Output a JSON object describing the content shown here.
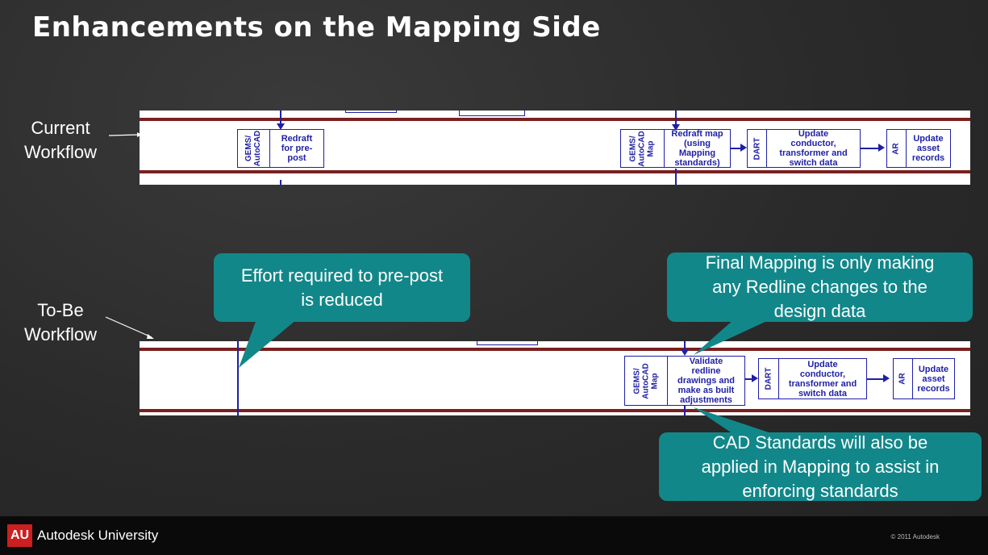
{
  "slide": {
    "title": "Enhancements on the Mapping Side",
    "current_label": "Current\nWorkflow",
    "tobe_label": "To-Be\nWorkflow"
  },
  "current_flow": {
    "gems_a": "GEMS/\nAutoCAD",
    "redraft_prepost": "Redraft\nfor pre-\npost",
    "gems_b": "GEMS/\nAutoCAD\nMap",
    "redraft_map": "Redraft map\n(using\nMapping\nstandards)",
    "dart": "DART",
    "update_cts": "Update\nconductor,\ntransformer and\nswitch data",
    "ar": "AR",
    "update_asset": "Update\nasset\nrecords"
  },
  "tobe_flow": {
    "gems": "GEMS/\nAutoCAD\nMap",
    "validate": "Validate\nredline\ndrawings and\nmake as built\nadjustments",
    "dart": "DART",
    "update_cts": "Update\nconductor,\ntransformer and\nswitch data",
    "ar": "AR",
    "update_asset": "Update\nasset\nrecords"
  },
  "callouts": {
    "effort": "Effort required to pre-post\nis reduced",
    "final_mapping": "Final Mapping is only making\nany Redline changes to the\ndesign data",
    "cad_standards": "CAD Standards will also be\napplied in Mapping to assist in\nenforcing standards"
  },
  "footer": {
    "logo": "AU",
    "brand": "Autodesk University",
    "copyright": "© 2011 Autodesk"
  },
  "colors": {
    "callout": "#12878a",
    "lane_line": "#7a1f1f",
    "flow_blue": "#1f1fa6",
    "logo_red": "#cc1f1f"
  }
}
